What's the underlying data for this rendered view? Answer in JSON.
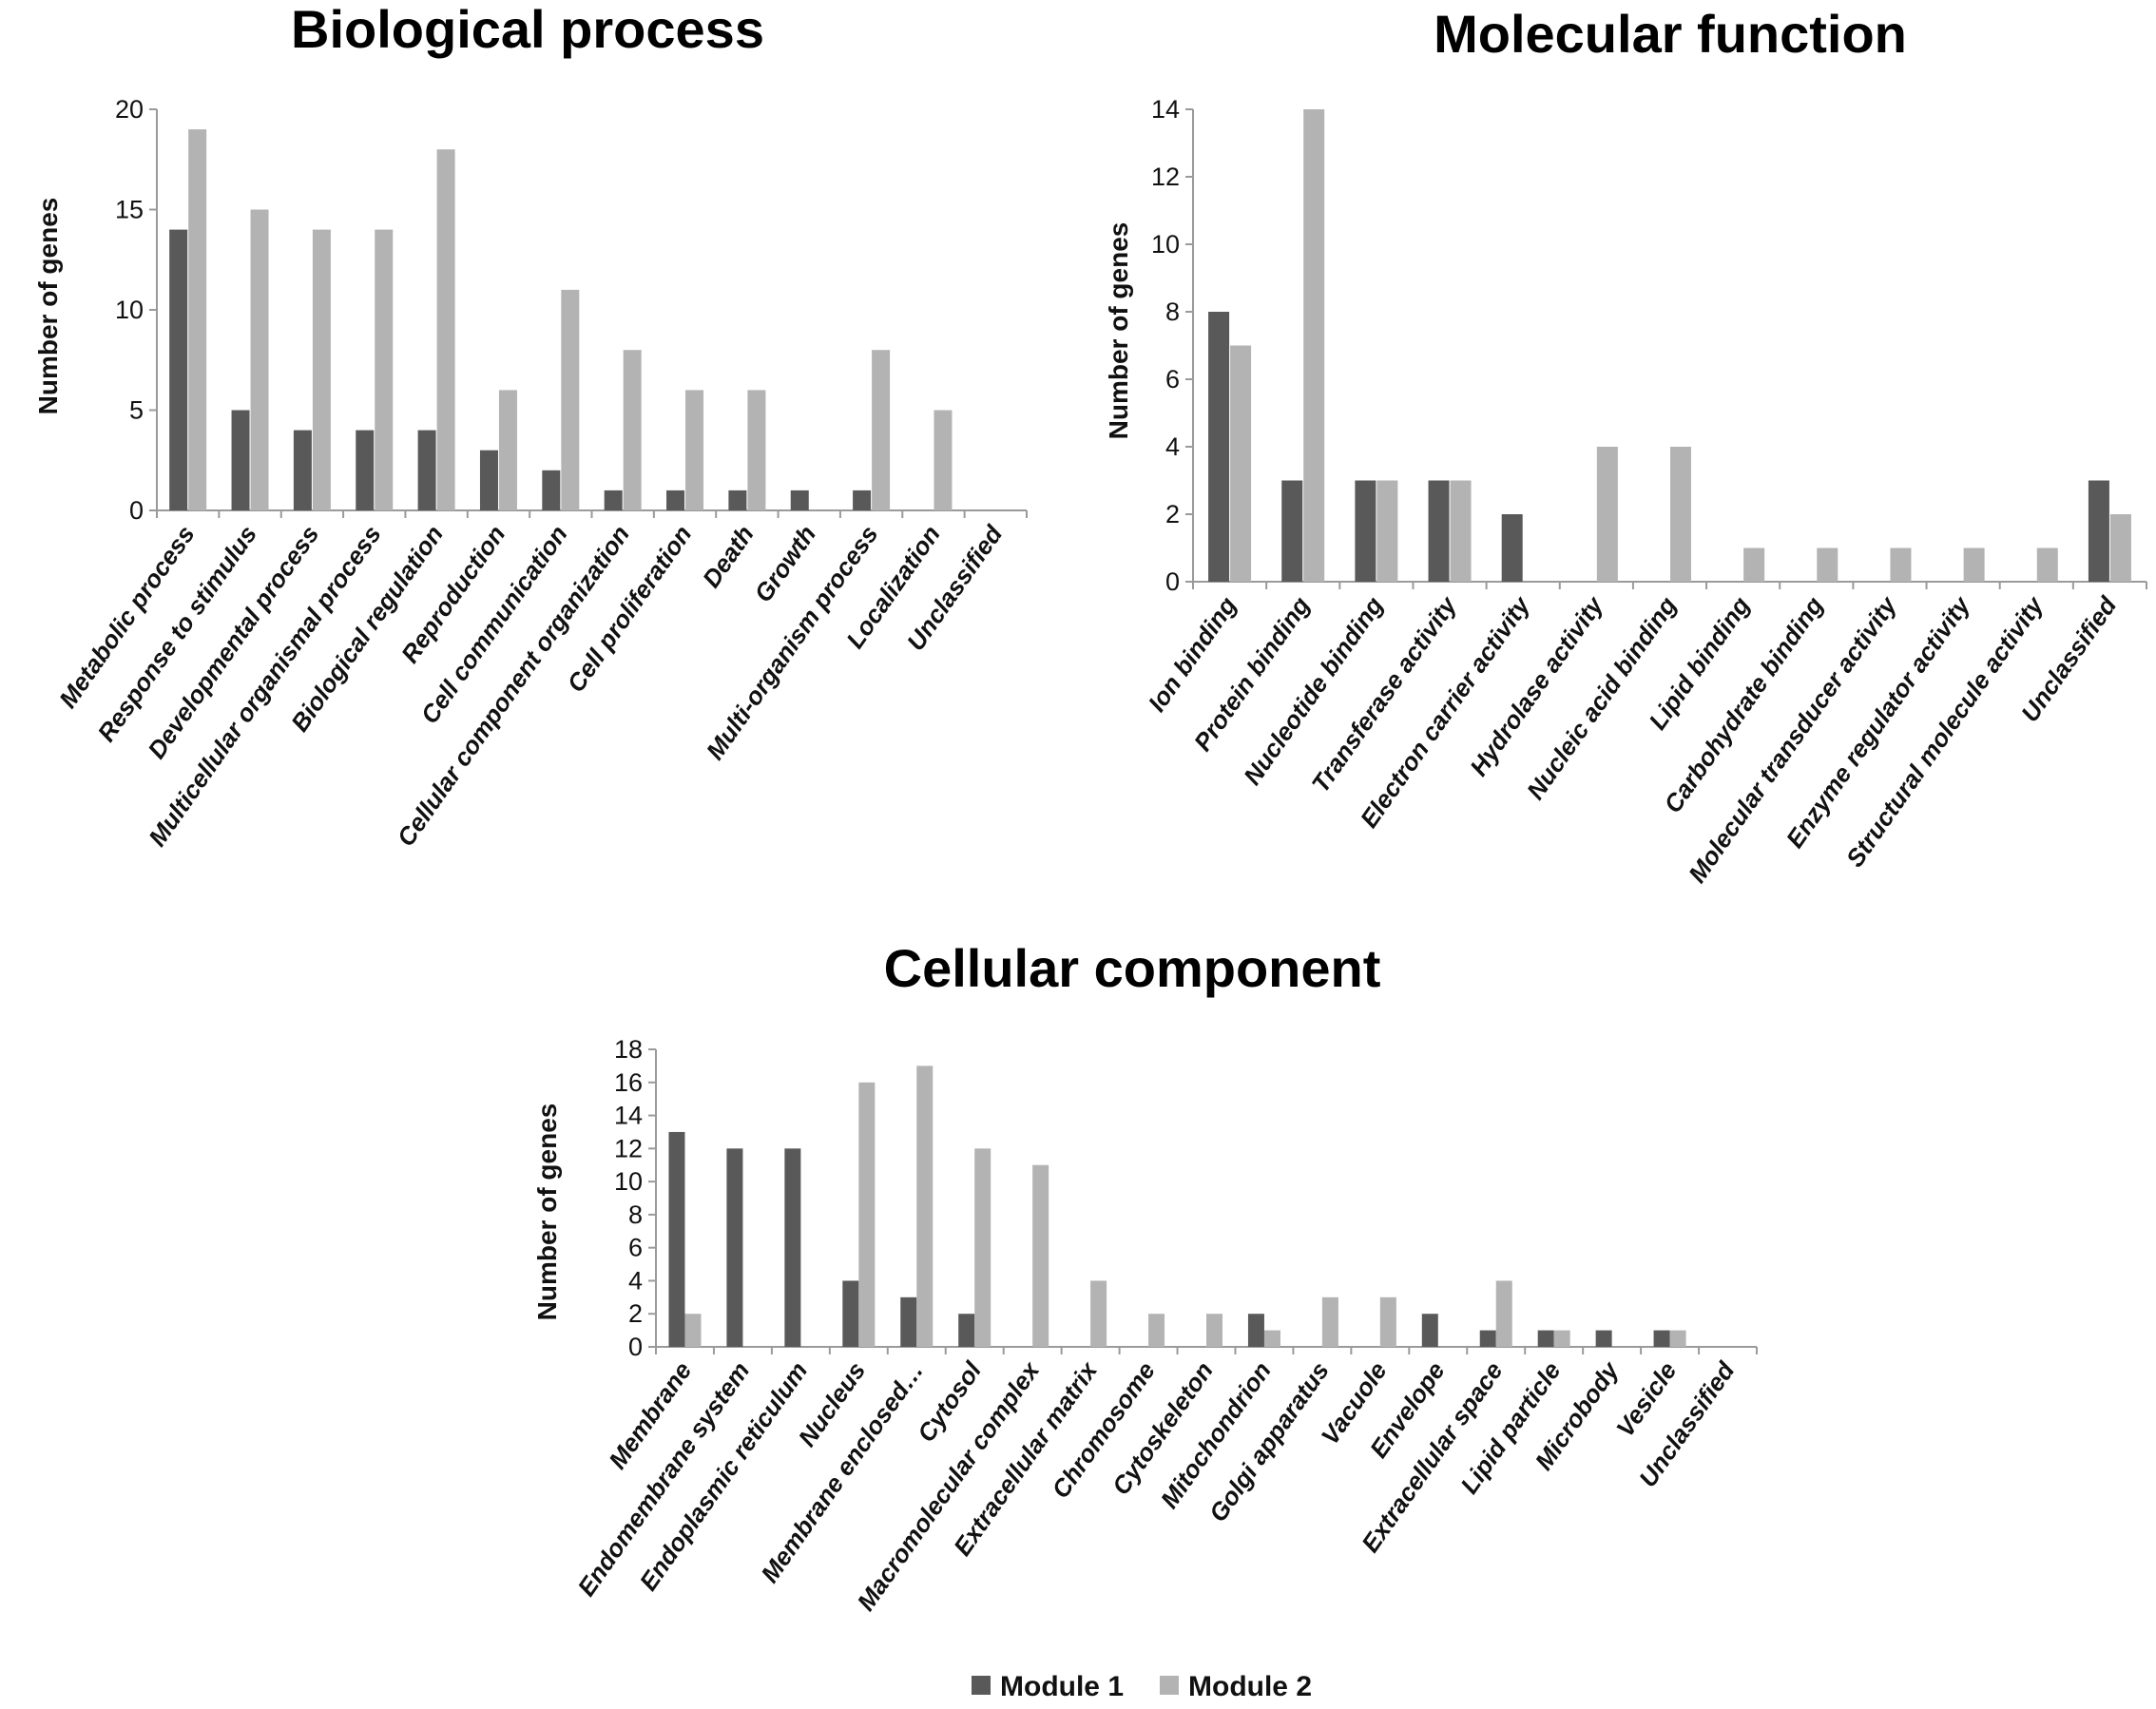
{
  "legend": {
    "items": [
      {
        "name": "Module 1",
        "color": "#595959"
      },
      {
        "name": "Module 2",
        "color": "#b3b3b3"
      }
    ]
  },
  "chart_data": [
    {
      "type": "bar",
      "title": "Biological process",
      "xlabel": "",
      "ylabel": "Number of genes",
      "ylim": [
        0,
        20
      ],
      "yticks": [
        0,
        5,
        10,
        15,
        20
      ],
      "grid": false,
      "categories": [
        "Metabolic process",
        "Response to stimulus",
        "Developmental process",
        "Multicellular organismal process",
        "Biological regulation",
        "Reproduction",
        "Cell communication",
        "Cellular component organization",
        "Cell proliferation",
        "Death",
        "Growth",
        "Multi-organism process",
        "Localization",
        "Unclassified"
      ],
      "series": [
        {
          "name": "Module 1",
          "values": [
            14,
            5,
            4,
            4,
            4,
            3,
            2,
            1,
            1,
            1,
            1,
            1,
            0,
            0
          ]
        },
        {
          "name": "Module 2",
          "values": [
            19,
            15,
            14,
            14,
            18,
            6,
            11,
            8,
            6,
            6,
            0,
            8,
            5,
            0
          ]
        }
      ]
    },
    {
      "type": "bar",
      "title": "Molecular function",
      "xlabel": "",
      "ylabel": "Number of genes",
      "ylim": [
        0,
        14
      ],
      "yticks": [
        0,
        2,
        4,
        6,
        8,
        10,
        12,
        14
      ],
      "grid": false,
      "categories": [
        "Ion binding",
        "Protein binding",
        "Nucleotide binding",
        "Transferase activity",
        "Electron carrier activity",
        "Hydrolase activity",
        "Nucleic acid binding",
        "Lipid binding",
        "Carbohydrate binding",
        "Molecular transducer activity",
        "Enzyme regulator activity",
        "Structural molecule activity",
        "Unclassified"
      ],
      "series": [
        {
          "name": "Module 1",
          "values": [
            8,
            3,
            3,
            3,
            2,
            0,
            0,
            0,
            0,
            0,
            0,
            0,
            3
          ]
        },
        {
          "name": "Module 2",
          "values": [
            7,
            14,
            3,
            3,
            0,
            4,
            4,
            1,
            1,
            1,
            1,
            1,
            2
          ]
        }
      ]
    },
    {
      "type": "bar",
      "title": "Cellular component",
      "xlabel": "",
      "ylabel": "Number of genes",
      "ylim": [
        0,
        18
      ],
      "yticks": [
        0,
        2,
        4,
        6,
        8,
        10,
        12,
        14,
        16,
        18
      ],
      "grid": false,
      "categories": [
        "Membrane",
        "Endomembrane system",
        "Endoplasmic reticulum",
        "Nucleus",
        "Membrane enclosed…",
        "Cytosol",
        "Macromolecular complex",
        "Extracellular matrix",
        "Chromosome",
        "Cytoskeleton",
        "Mitochondrion",
        "Golgi apparatus",
        "Vacuole",
        "Envelope",
        "Extracellular space",
        "Lipid particle",
        "Microbody",
        "Vesicle",
        "Unclassified"
      ],
      "series": [
        {
          "name": "Module 1",
          "values": [
            13,
            12,
            12,
            4,
            3,
            2,
            0,
            0,
            0,
            0,
            2,
            0,
            0,
            2,
            1,
            1,
            1,
            1,
            0
          ]
        },
        {
          "name": "Module 2",
          "values": [
            2,
            0,
            0,
            16,
            17,
            12,
            11,
            4,
            2,
            2,
            1,
            3,
            3,
            0,
            4,
            1,
            0,
            1,
            0
          ]
        }
      ]
    }
  ]
}
